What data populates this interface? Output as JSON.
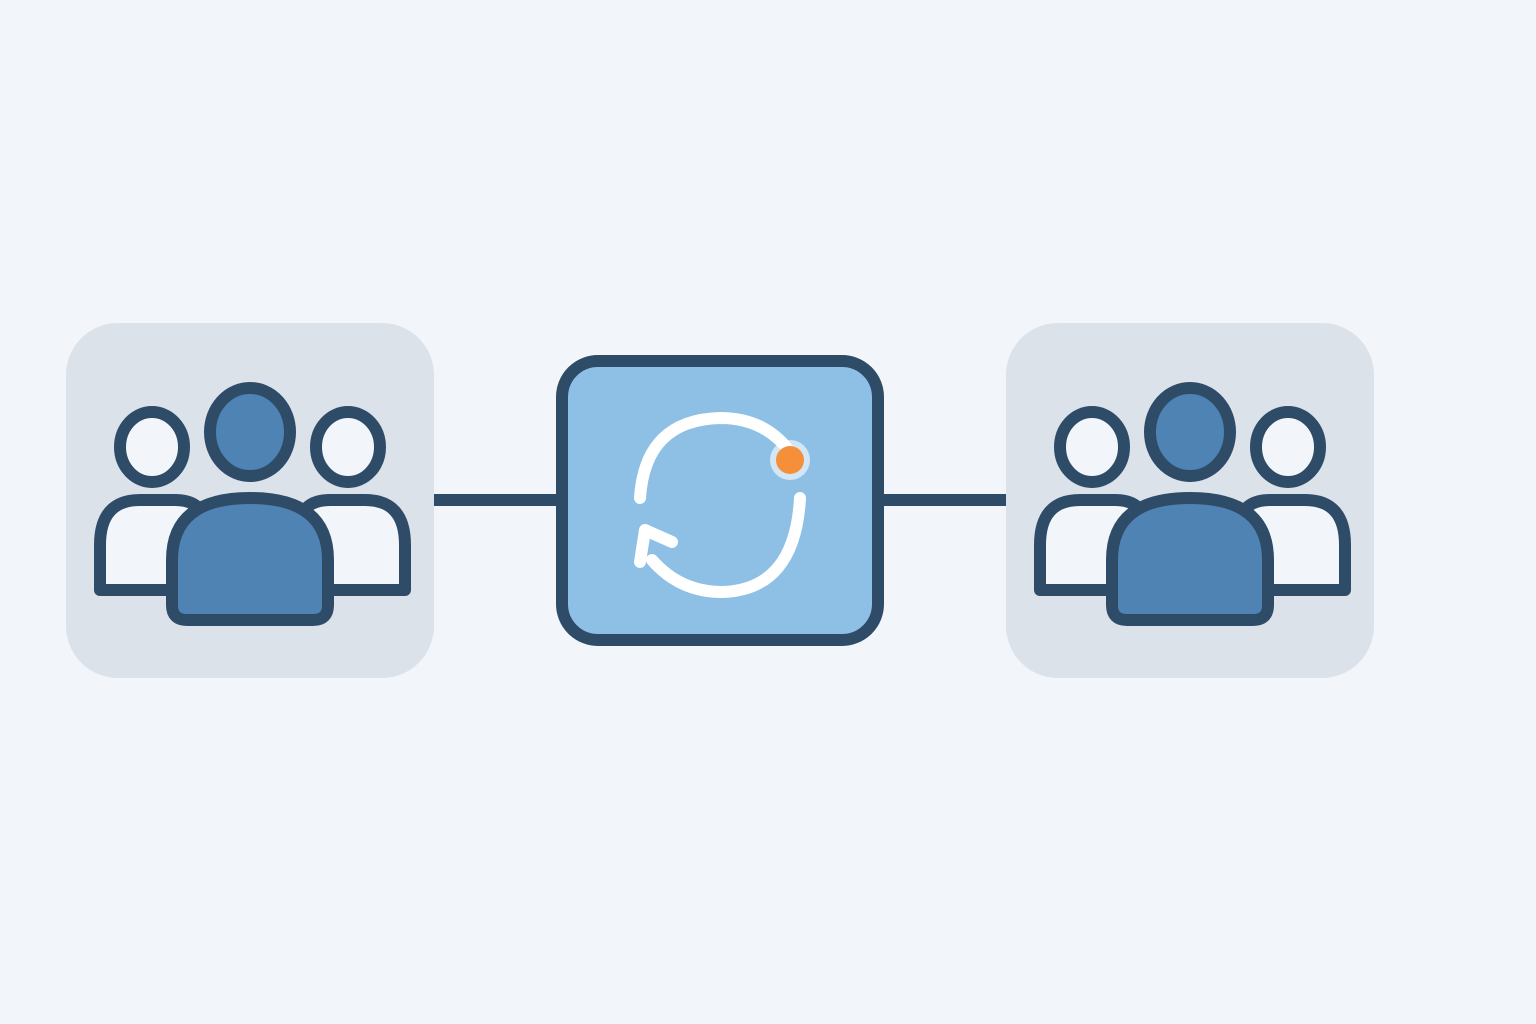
{
  "diagram": {
    "nodes": [
      {
        "id": "group-left",
        "icon": "user-group-icon",
        "role": "group"
      },
      {
        "id": "sync",
        "icon": "sync-icon",
        "role": "process"
      },
      {
        "id": "group-right",
        "icon": "user-group-icon",
        "role": "group"
      }
    ],
    "edges": [
      {
        "from": "group-left",
        "to": "sync"
      },
      {
        "from": "sync",
        "to": "group-right"
      }
    ]
  },
  "colors": {
    "background": "#f2f6fa",
    "group_panel": "#dbe2ea",
    "outline": "#2e4b68",
    "user_fill_primary": "#4f83b4",
    "user_fill_secondary": "#f2f6fa",
    "sync_box_fill": "#8ec0e6",
    "sync_arrow": "#ffffff",
    "sync_dot": "#f58f3a"
  }
}
